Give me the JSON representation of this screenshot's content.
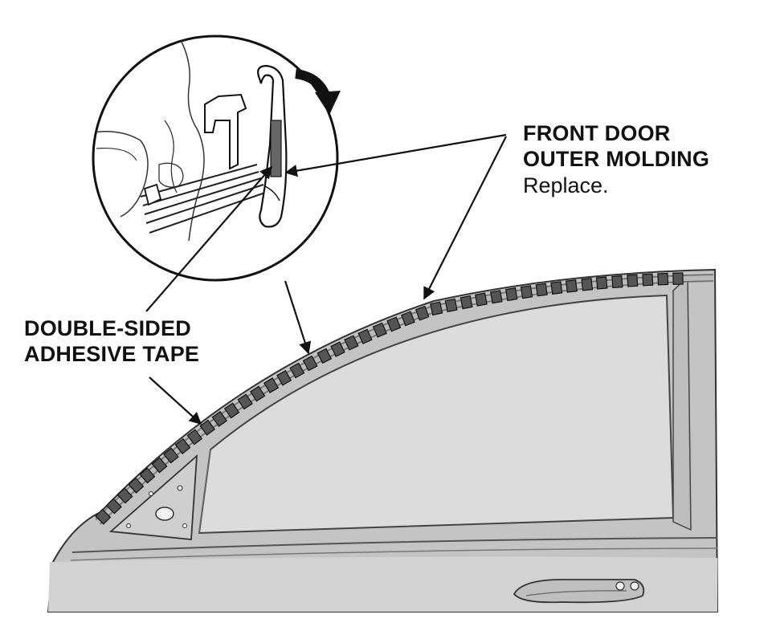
{
  "labels": {
    "molding_line1": "FRONT DOOR",
    "molding_line2": "OUTER MOLDING",
    "molding_action": "Replace.",
    "tape_line1": "DOUBLE-SIDED",
    "tape_line2": "ADHESIVE TAPE"
  },
  "colors": {
    "line": "#111111",
    "door_panel": "#c4c4c4",
    "glass": "#dcdcdc",
    "tape_fill": "#555555",
    "background": "#ffffff"
  }
}
